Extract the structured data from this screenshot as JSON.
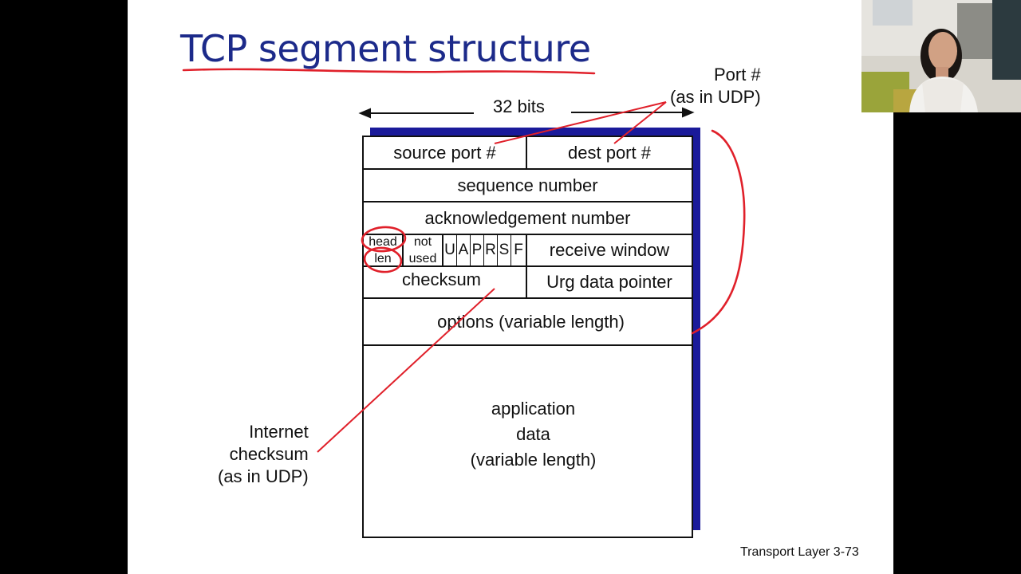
{
  "slide": {
    "title": "TCP segment structure",
    "bits_label": "32 bits",
    "port_note": [
      "Port #",
      "(as in UDP)"
    ],
    "checksum_note": [
      "Internet",
      "checksum",
      "(as in UDP)"
    ],
    "footer": "Transport Layer 3-73"
  },
  "segment": {
    "source_port": "source port #",
    "dest_port": "dest port #",
    "sequence_number": "sequence number",
    "ack_number": "acknowledgement number",
    "head_len": [
      "head",
      "len"
    ],
    "not_used": [
      "not",
      "used"
    ],
    "flags": [
      "U",
      "A",
      "P",
      "R",
      "S",
      "F"
    ],
    "receive_window": "receive window",
    "checksum": "checksum",
    "urg_pointer": "Urg data pointer",
    "options": "options (variable length)",
    "app_data": [
      "application",
      "data",
      "(variable length)"
    ]
  },
  "colors": {
    "title": "#1c2a8a",
    "shadow": "#1a1a9a",
    "ink": "#e0202a",
    "background": "#000000"
  }
}
